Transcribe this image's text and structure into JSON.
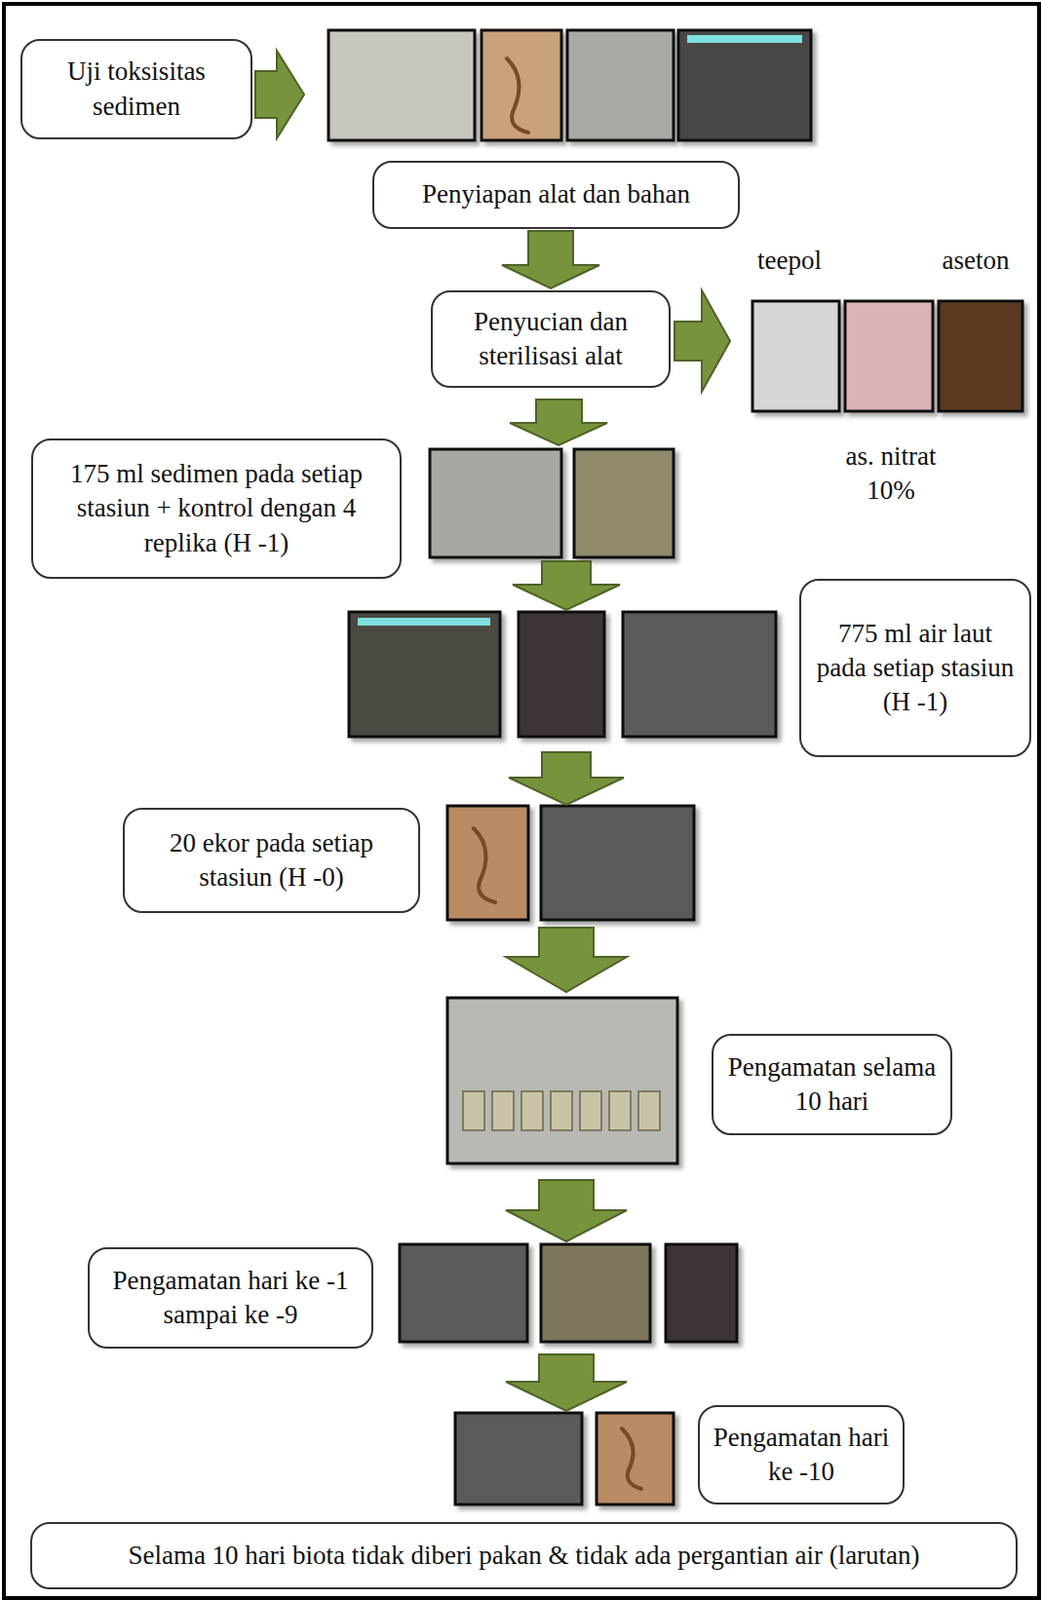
{
  "diagram": {
    "nodes": [
      {
        "text": [
          "Uji toksisitas sedimen"
        ]
      },
      {
        "text": [
          "Penyiapan alat dan bahan"
        ]
      },
      {
        "text": [
          "Penyucian dan sterilisasi alat"
        ]
      },
      {
        "text": [
          "175 ml sedimen pada setiap stasiun + kontrol dengan 4 replika (H -1)"
        ]
      },
      {
        "text": [
          "775 ml air laut pada setiap stasiun (H -1)"
        ]
      },
      {
        "text": [
          "20 ekor pada setiap stasiun (H -0)"
        ]
      },
      {
        "text": [
          "Pengamatan selama 10 hari"
        ]
      },
      {
        "text": [
          "Pengamatan hari ke -1 sampai ke -9"
        ]
      },
      {
        "text": [
          "Pengamatan hari ke -10"
        ]
      },
      {
        "text": [
          "Selama 10 hari biota tidak diberi pakan & tidak ada pergantian air (larutan)"
        ]
      }
    ],
    "edges": [
      {
        "from": 1,
        "to": 2,
        "arrow": "to"
      }
    ],
    "labels": [
      "teepol",
      "aseton",
      "as. nitrat 10%"
    ]
  }
}
